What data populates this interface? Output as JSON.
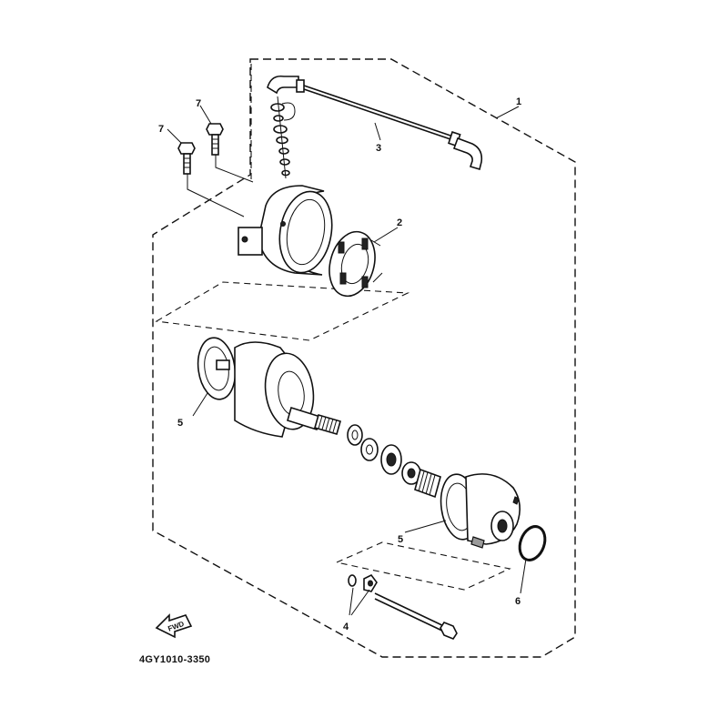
{
  "callouts": [
    {
      "id": "1",
      "text": "1"
    },
    {
      "id": "2",
      "text": "2"
    },
    {
      "id": "3",
      "text": "3"
    },
    {
      "id": "4",
      "text": "4"
    },
    {
      "id": "5a",
      "text": "5"
    },
    {
      "id": "5b",
      "text": "5"
    },
    {
      "id": "6",
      "text": "6"
    },
    {
      "id": "7a",
      "text": "7"
    },
    {
      "id": "7b",
      "text": "7"
    }
  ],
  "direction_badge": "FWD",
  "diagram_code": "4GY1010-3350"
}
